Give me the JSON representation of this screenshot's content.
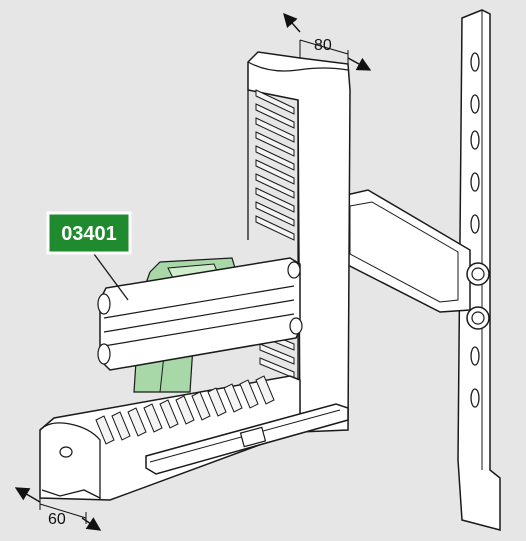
{
  "callout": {
    "reference": "03401",
    "fill": "#1f8a2e",
    "border": "#ffffff"
  },
  "dimensions": {
    "top_width": "80",
    "bottom_width": "60"
  },
  "colors": {
    "background": "#e6e6e6",
    "part_fill": "#ffffff",
    "outline": "#1a1a1a",
    "highlight_part": "#a8d8a8"
  }
}
